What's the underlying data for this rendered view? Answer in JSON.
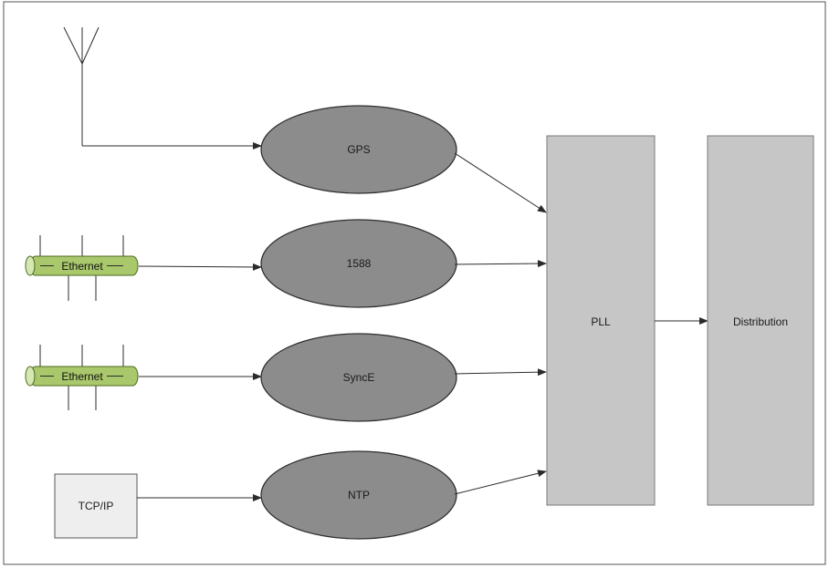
{
  "diagram": {
    "antenna": {
      "icon": "antenna-icon"
    },
    "protocols": [
      {
        "label": "GPS"
      },
      {
        "label": "1588"
      },
      {
        "label": "SyncE"
      },
      {
        "label": "NTP"
      }
    ],
    "sources": {
      "ethernet_1": "Ethernet",
      "ethernet_2": "Ethernet",
      "tcpip": "TCP/IP"
    },
    "pll": {
      "label": "PLL"
    },
    "distribution": {
      "label": "Distribution"
    },
    "colors": {
      "ellipse_fill": "#8c8c8c",
      "ellipse_stroke": "#2e2e2e",
      "block_fill": "#c6c6c6",
      "block_stroke": "#7a7a7a",
      "cable_fill": "#a9c76b",
      "cable_stroke": "#4d6b1f",
      "line": "#2b2b2b",
      "frame": "#555555"
    }
  }
}
